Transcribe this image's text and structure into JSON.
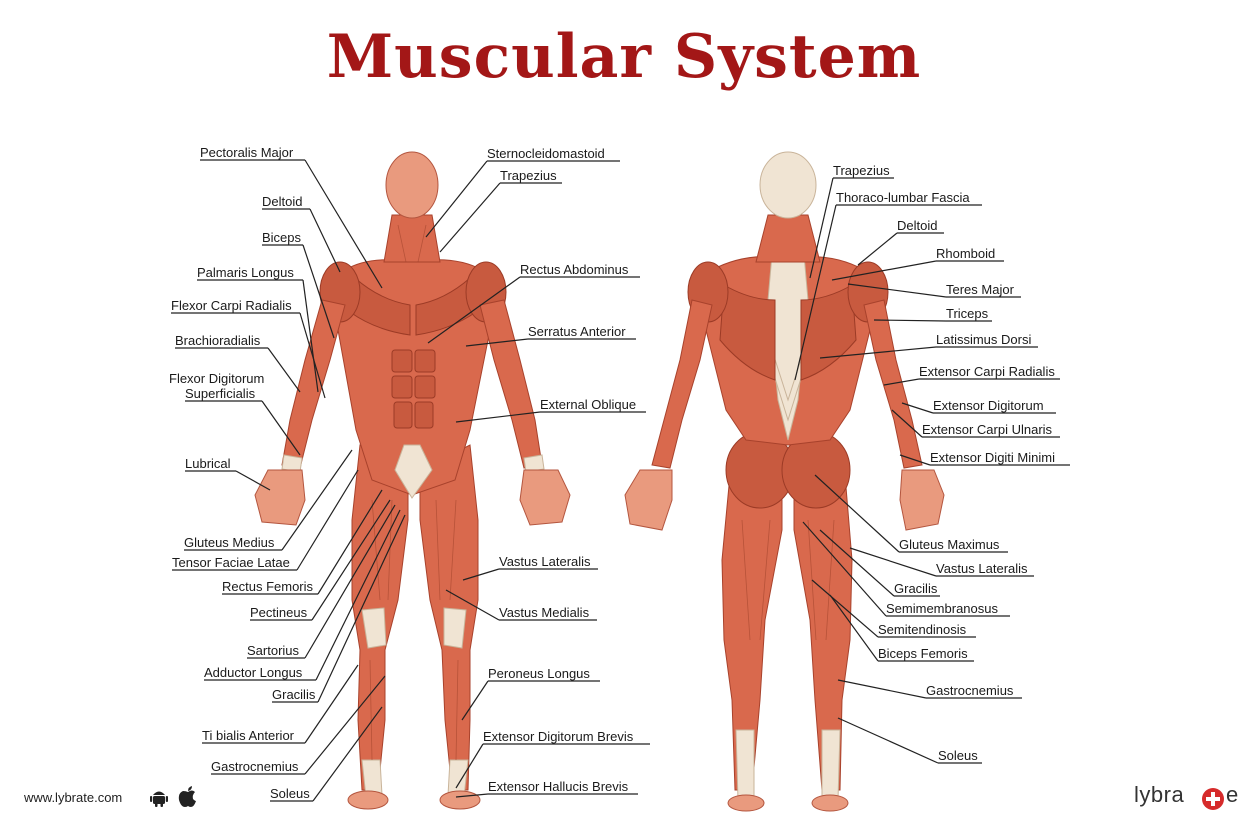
{
  "title": "Muscular System",
  "front_labels": [
    "Pectoralis Major",
    "Deltoid",
    "Biceps",
    "Palmaris Longus",
    "Flexor Carpi Radialis",
    "Brachioradialis",
    "Flexor Digitorum",
    "Superficialis",
    "Lubrical",
    "Gluteus Medius",
    "Tensor Faciae Latae",
    "Rectus Femoris",
    "Pectineus",
    "Sartorius",
    "Adductor Longus",
    "Gracilis",
    "Ti bialis Anterior",
    "Gastrocnemius",
    "Soleus",
    "Sternocleidomastoid",
    "Trapezius",
    "Rectus Abdominus",
    "Serratus Anterior",
    "External Oblique",
    "Vastus Lateralis",
    "Vastus Medialis",
    "Peroneus Longus",
    "Extensor Digitorum Brevis",
    "Extensor Hallucis Brevis"
  ],
  "back_labels": [
    "Trapezius",
    "Thoraco-lumbar Fascia",
    "Deltoid",
    "Rhomboid",
    "Teres Major",
    "Triceps",
    "Latissimus Dorsi",
    "Extensor Carpi Radialis",
    "Extensor Digitorum",
    "Extensor Carpi Ulnaris",
    "Extensor Digiti Minimi",
    "Gluteus Maximus",
    "Vastus Lateralis",
    "Gracilis",
    "Semimembranosus",
    "Semitendinosis",
    "Biceps Femoris",
    "Gastrocnemius",
    "Soleus"
  ],
  "footer": {
    "url": "www.lybrate.com",
    "icons": [
      "android-icon",
      "apple-icon"
    ],
    "brand": "lybra",
    "brand_suffix": "e"
  },
  "colors": {
    "title": "#a31717",
    "muscle": "#d9694d",
    "tendon": "#f0e4d3",
    "brand_accent": "#d62b2b"
  }
}
